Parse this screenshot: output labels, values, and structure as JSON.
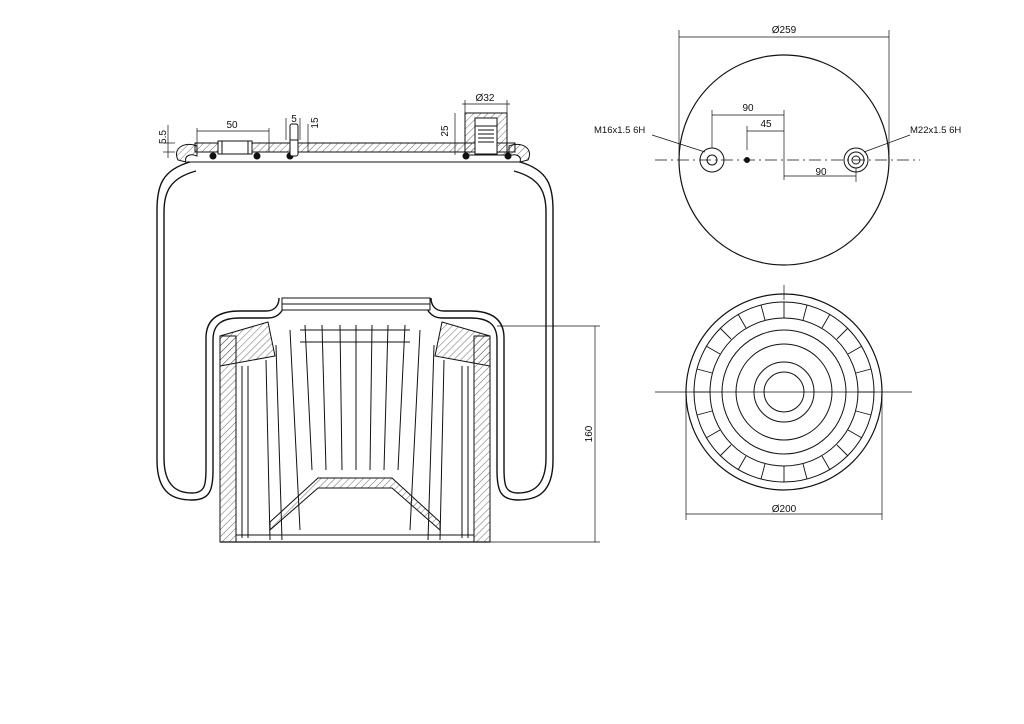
{
  "drawing": {
    "colors": {
      "line": "#111111",
      "hatch": "#444444",
      "background": "#ffffff"
    },
    "dimensions": {
      "top_plate_thickness": "5.5",
      "stud_length": "50",
      "pin_width": "5",
      "pin_height": "15",
      "fitting_diameter": "Ø32",
      "fitting_height": "25",
      "piston_height": "160",
      "top_diameter": "Ø259",
      "bottom_diameter": "Ø200",
      "hole_spacing_left": "90",
      "pin_offset": "45",
      "hole_spacing_right": "90"
    },
    "labels": {
      "left_thread": "M16x1.5 6H",
      "right_thread": "M22x1.5 6H"
    }
  }
}
